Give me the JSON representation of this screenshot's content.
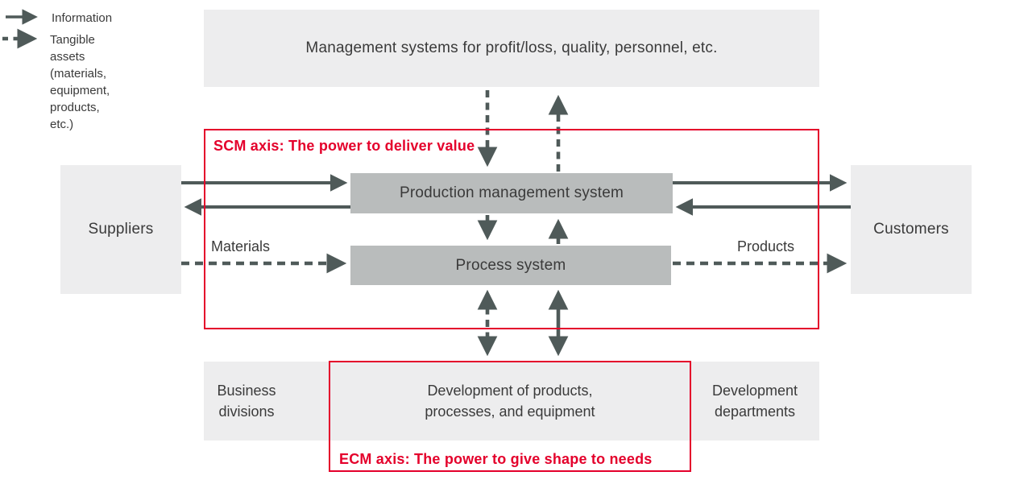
{
  "colors": {
    "accent_red": "#e4002b",
    "arrow_gray": "#4f5a59",
    "system_box_gray": "#b9bcbc",
    "panel_gray": "#ededee",
    "text_dark": "#3a3a3a"
  },
  "legend": {
    "information_label": "Information",
    "tangible_assets_label": "Tangible assets\n(materials, equipment,\n products, etc.)"
  },
  "diagram": {
    "management_label": "Management systems for profit/loss, quality, personnel, etc.",
    "scm_label": "SCM axis: The power to deliver value",
    "ecm_label": "ECM axis: The power to give shape to needs",
    "suppliers_label": "Suppliers",
    "customers_label": "Customers",
    "production_label": "Production management system",
    "process_label": "Process system",
    "materials_label": "Materials",
    "products_label": "Products",
    "business_divisions_label": "Business\ndivisions",
    "development_center_label": "Development of products,\nprocesses, and equipment",
    "development_departments_label": "Development\ndepartments"
  }
}
